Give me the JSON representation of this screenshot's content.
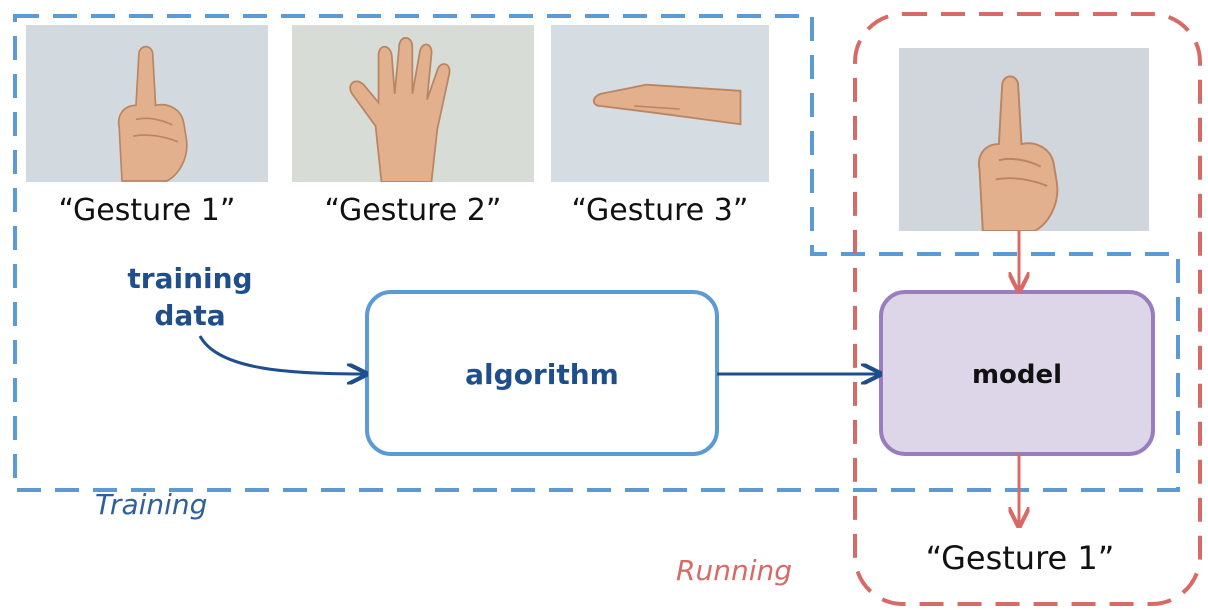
{
  "photos": [
    {
      "caption": "“Gesture 1”",
      "pose": "index-finger-up"
    },
    {
      "caption": "“Gesture 2”",
      "pose": "open-palm"
    },
    {
      "caption": "“Gesture 3”",
      "pose": "flat-hand"
    }
  ],
  "running_photo": {
    "pose": "index-finger-up"
  },
  "training_data_label": [
    "training",
    "data"
  ],
  "algorithm_label": "algorithm",
  "model_label": "model",
  "output_label": "“Gesture 1”",
  "training_region_label": "Training",
  "running_region_label": "Running",
  "colors": {
    "training_blue": "#5B9BD5",
    "algorithm_text": "#1F4E8C",
    "running_red": "#D86A66",
    "model_fill": "#DDD6E8",
    "model_border": "#9A7DBE",
    "photo_wall": "#D3DADF",
    "skin": "#E2B08C"
  }
}
